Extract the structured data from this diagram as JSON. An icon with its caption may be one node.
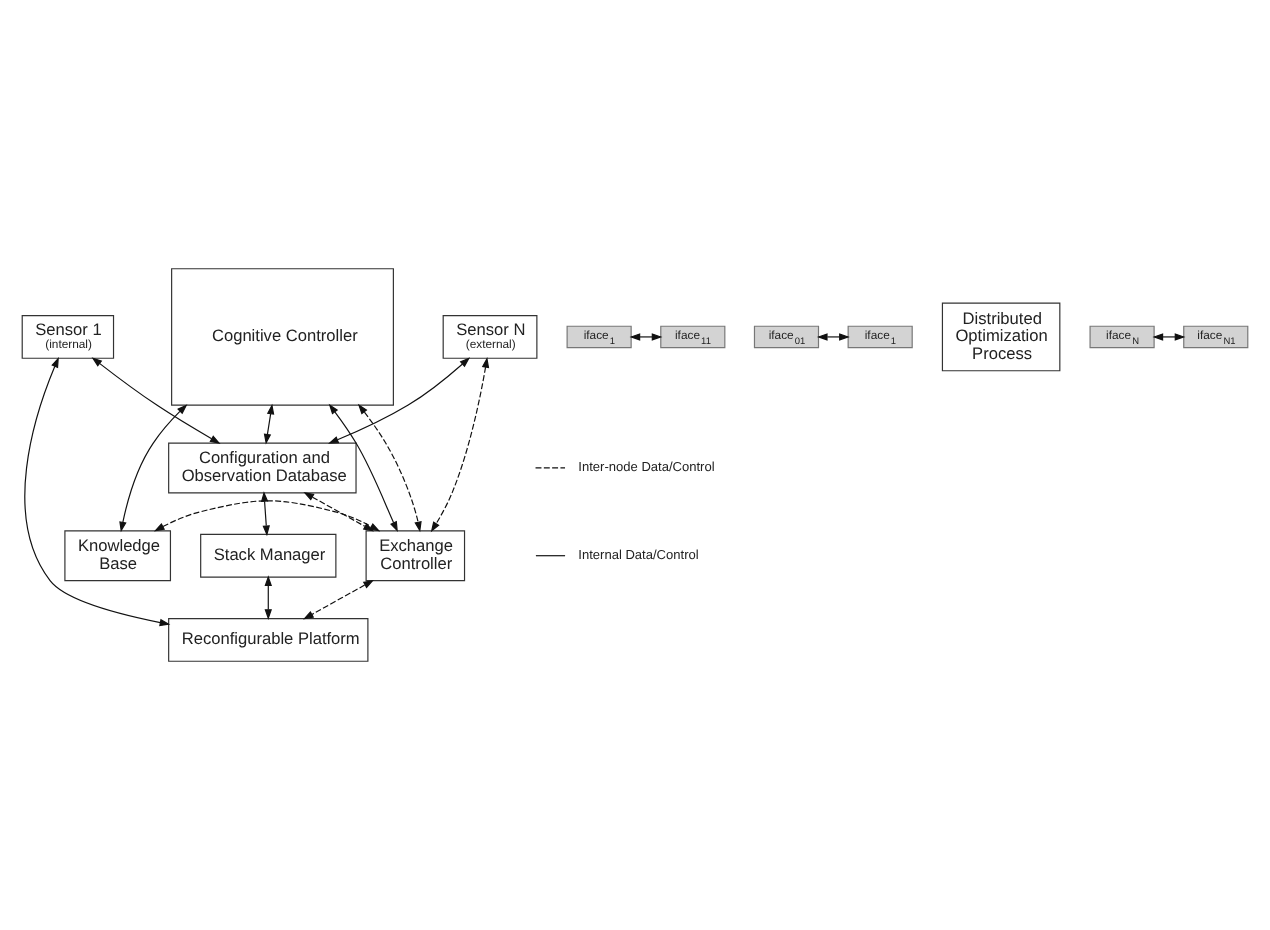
{
  "diagram": {
    "nodes": [
      {
        "text": [
          "Sensor 1",
          "(internal)"
        ]
      },
      {
        "text": [
          "iface$_{1}$"
        ]
      },
      {
        "text": [
          "iface$_{11}$"
        ]
      },
      {
        "text": [
          "Cognitive Controller"
        ]
      },
      {
        "text": [
          "iface$_{01}$"
        ]
      },
      {
        "text": [
          "iface$_{1}$"
        ]
      },
      {
        "text": [
          "Distributed Optimization Process"
        ]
      },
      {
        "text": [
          "Sensor N",
          "(external)"
        ]
      },
      {
        "text": [
          "iface$_{N}$"
        ]
      },
      {
        "text": [
          "iface$_{N1}$"
        ]
      },
      {
        "text": [
          "Exchange Controller"
        ]
      },
      {
        "text": [
          "Knowledge Base"
        ]
      },
      {
        "text": [
          "Configuration and Observation Database"
        ]
      },
      {
        "text": [
          "Stack Manager"
        ]
      },
      {
        "text": [
          "Reconfigurable Platform"
        ]
      }
    ],
    "edges": [
      {
        "from": 1,
        "to": 2,
        "arrow": "both"
      },
      {
        "from": 4,
        "to": 5,
        "arrow": "both"
      },
      {
        "from": 8,
        "to": 9,
        "arrow": "both"
      },
      {
        "from": 3,
        "to": 10,
        "arrow": "both"
      },
      {
        "from": 3,
        "to": 11,
        "arrow": "both"
      },
      {
        "from": 3,
        "to": 12,
        "arrow": "both"
      },
      {
        "from": 7,
        "to": 10,
        "arrow": "both",
        "style": "dashed"
      },
      {
        "from": 3,
        "to": 10,
        "arrow": "both",
        "style": "dashed"
      },
      {
        "from": 11,
        "to": 10,
        "arrow": "both",
        "style": "dashed"
      },
      {
        "from": 12,
        "to": 10,
        "arrow": "both",
        "style": "dashed"
      },
      {
        "from": 7,
        "to": 12,
        "arrow": "both"
      },
      {
        "from": 0,
        "to": 12,
        "arrow": "both"
      },
      {
        "from": 0,
        "to": 14,
        "arrow": "both"
      },
      {
        "from": 12,
        "to": 13,
        "arrow": "both"
      },
      {
        "from": 13,
        "to": 14,
        "arrow": "both"
      },
      {
        "from": 10,
        "to": 14,
        "arrow": "both",
        "style": "dashed"
      }
    ],
    "legend": [
      {
        "text": "Inter-node Data/Control"
      },
      {
        "text": "Internal Data/Control"
      }
    ]
  }
}
